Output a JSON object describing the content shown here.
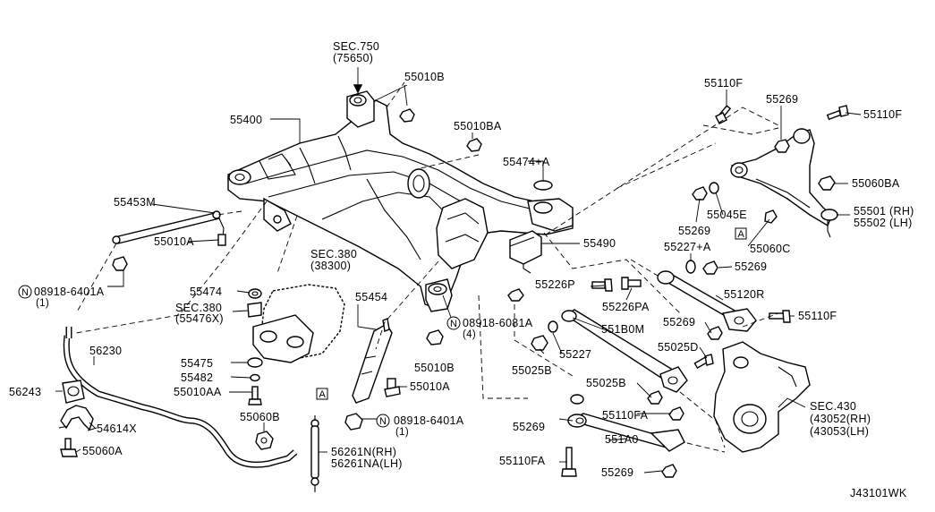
{
  "diagram_id": "J43101WK",
  "labels": {
    "sec750": "SEC.750",
    "sec750_sub": "(75650)",
    "p55010B_top": "55010B",
    "p55400": "55400",
    "p55010BA": "55010BA",
    "p55474A": "55474+A",
    "p55453M": "55453M",
    "p55010A_left": "55010A",
    "n08918_left": "08918-6401A",
    "n08918_left_qty": "(1)",
    "sec380": "SEC.380",
    "sec380_sub": "(38300)",
    "p55474": "55474",
    "sec380b": "SEC.380",
    "sec380b_sub": "(55476X)",
    "p55475": "55475",
    "p55482": "55482",
    "p55010AA": "55010AA",
    "p55060B": "55060B",
    "p56230": "56230",
    "p56243": "56243",
    "p54614X": "54614X",
    "p55060A": "55060A",
    "p55454": "55454",
    "n08918_mid": "08918-6081A",
    "n08918_mid_qty": "(4)",
    "p55010B_bot": "55010B",
    "p55010A_mid": "55010A",
    "n08918_bot": "08918-6401A",
    "n08918_bot_qty": "(1)",
    "p56261N": "56261N(RH)",
    "p56261NA": "56261NA(LH)",
    "p55490": "55490",
    "p55226P": "55226P",
    "p55226PA": "55226PA",
    "p551B0M": "551B0M",
    "p55227": "55227",
    "p55025B_left": "55025B",
    "p55025B_mid": "55025B",
    "p55269_a": "55269",
    "p55110FA_mid": "55110FA",
    "p551A0": "551A0",
    "p55110FA_bot": "55110FA",
    "p55269_bot": "55269",
    "p55110F_top": "55110F",
    "p55269_top": "55269",
    "p55110F_right": "55110F",
    "p55060BA": "55060BA",
    "p55269_mid": "55269",
    "p55045E": "55045E",
    "p55501": "55501 (RH)",
    "p55502": "55502 (LH)",
    "p55060C": "55060C",
    "p55227A": "55227+A",
    "p55269_r2": "55269",
    "p55120R": "55120R",
    "p55269_r3": "55269",
    "p55110F_low": "55110F",
    "p55025D": "55025D",
    "sec430": "SEC.430",
    "sec430_rh": "(43052(RH)",
    "sec430_lh": "(43053(LH)",
    "ref_A": "A",
    "nut_N": "N"
  }
}
